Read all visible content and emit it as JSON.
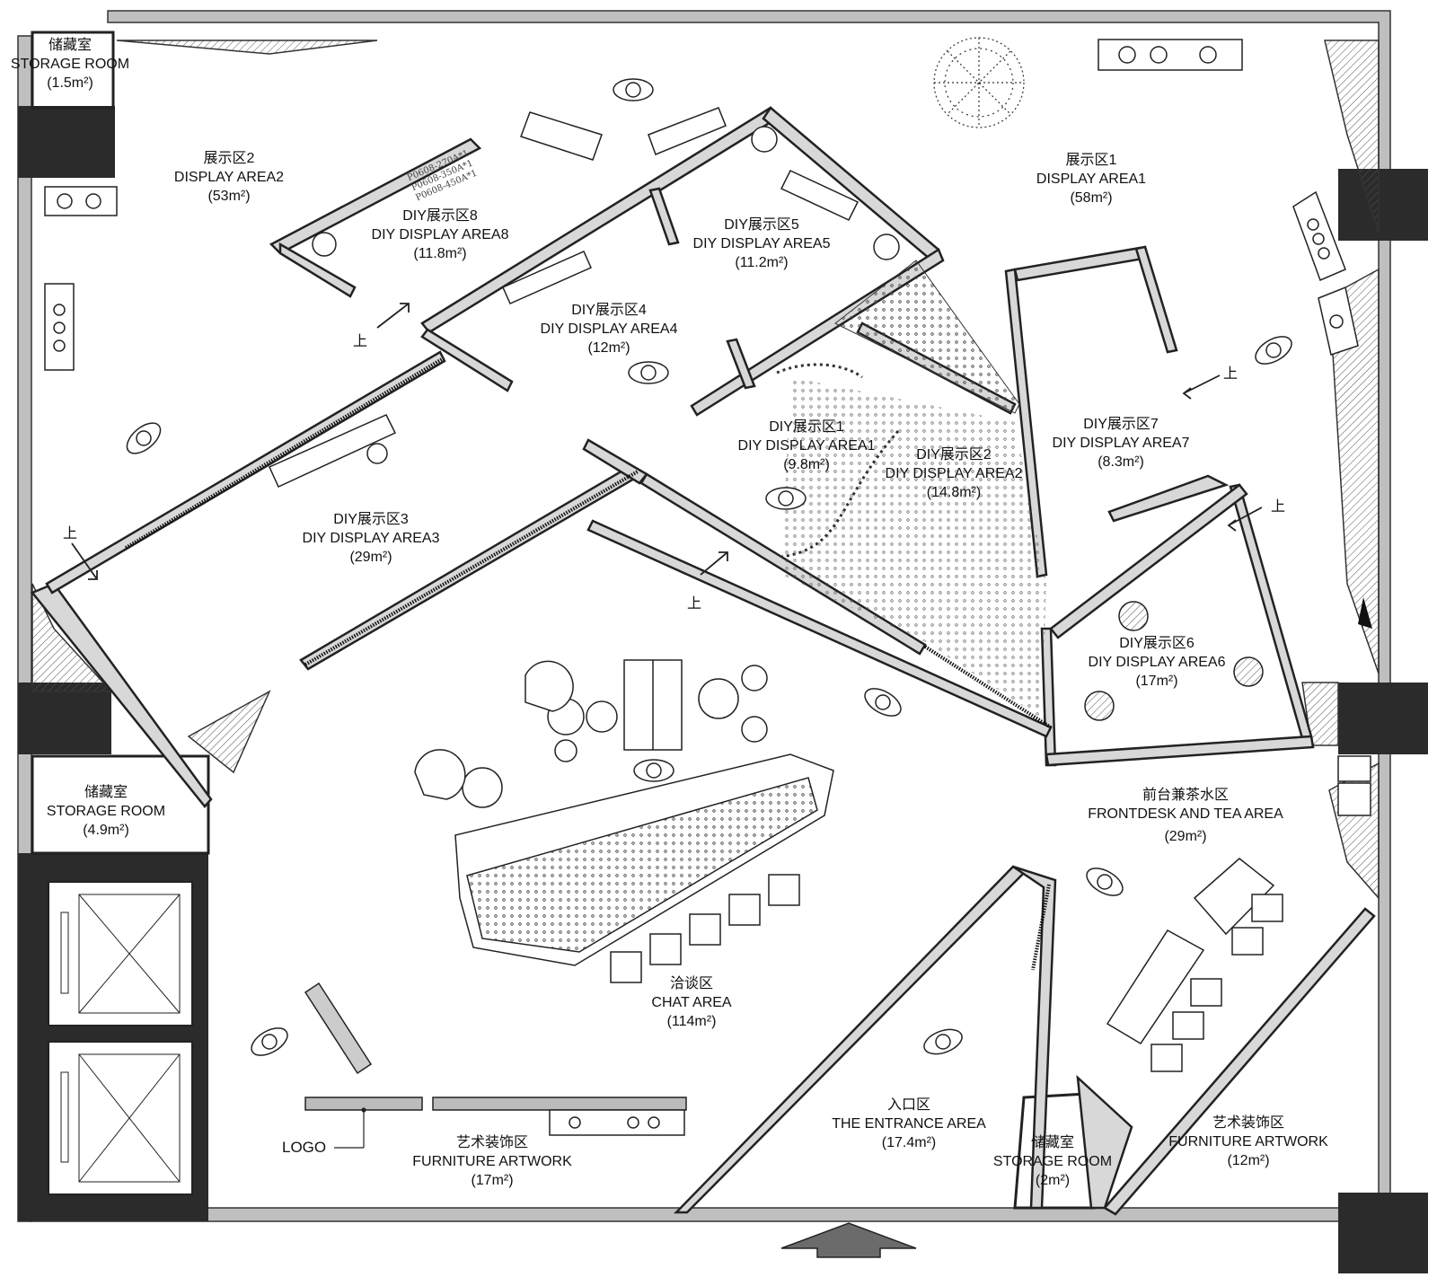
{
  "rooms": [
    {
      "id": "storage-top-left",
      "zh": "储藏室",
      "en": "STORAGE ROOM",
      "area": "(1.5m²)"
    },
    {
      "id": "display-area-2",
      "zh": "展示区2",
      "en": "DISPLAY AREA2",
      "area": "(53m²)"
    },
    {
      "id": "diy-area-8",
      "zh": "DIY展示区8",
      "en": "DIY DISPLAY AREA8",
      "area": "(11.8m²)"
    },
    {
      "id": "diy-area-5",
      "zh": "DIY展示区5",
      "en": "DIY DISPLAY AREA5",
      "area": "(11.2m²)"
    },
    {
      "id": "display-area-1",
      "zh": "展示区1",
      "en": "DISPLAY AREA1",
      "area": "(58m²)"
    },
    {
      "id": "diy-area-4",
      "zh": "DIY展示区4",
      "en": "DIY DISPLAY AREA4",
      "area": "(12m²)"
    },
    {
      "id": "diy-area-1",
      "zh": "DIY展示区1",
      "en": "DIY DISPLAY AREA1",
      "area": "(9.8m²)"
    },
    {
      "id": "diy-area-2",
      "zh": "DIY展示区2",
      "en": "DIY DISPLAY AREA2",
      "area": "(14.8m²)"
    },
    {
      "id": "diy-area-7",
      "zh": "DIY展示区7",
      "en": "DIY DISPLAY AREA7",
      "area": "(8.3m²)"
    },
    {
      "id": "diy-area-3",
      "zh": "DIY展示区3",
      "en": "DIY DISPLAY AREA3",
      "area": "(29m²)"
    },
    {
      "id": "diy-area-6",
      "zh": "DIY展示区6",
      "en": "DIY DISPLAY AREA6",
      "area": "(17m²)"
    },
    {
      "id": "storage-left",
      "zh": "储藏室",
      "en": "STORAGE ROOM",
      "area": "(4.9m²)"
    },
    {
      "id": "frontdesk",
      "zh": "前台兼茶水区",
      "en": "FRONTDESK AND TEA AREA",
      "area": "(29m²)"
    },
    {
      "id": "chat-area",
      "zh": "洽谈区",
      "en": "CHAT AREA",
      "area": "(114m²)"
    },
    {
      "id": "entrance",
      "zh": "入口区",
      "en": "THE ENTRANCE AREA",
      "area": "(17.4m²)"
    },
    {
      "id": "storage-bottom",
      "zh": "储藏室",
      "en": "STORAGE ROOM",
      "area": "(2m²)"
    },
    {
      "id": "artwork-right",
      "zh": "艺术装饰区",
      "en": "FURNITURE ARTWORK",
      "area": "(12m²)"
    },
    {
      "id": "artwork-left",
      "zh": "艺术装饰区",
      "en": "FURNITURE ARTWORK",
      "area": "(17m²)"
    }
  ],
  "up_marker": "上",
  "logo_label": "LOGO",
  "fixture_codes": [
    "P0608-270A*1",
    "P0608-350A*1",
    "P0608-450A*1"
  ]
}
